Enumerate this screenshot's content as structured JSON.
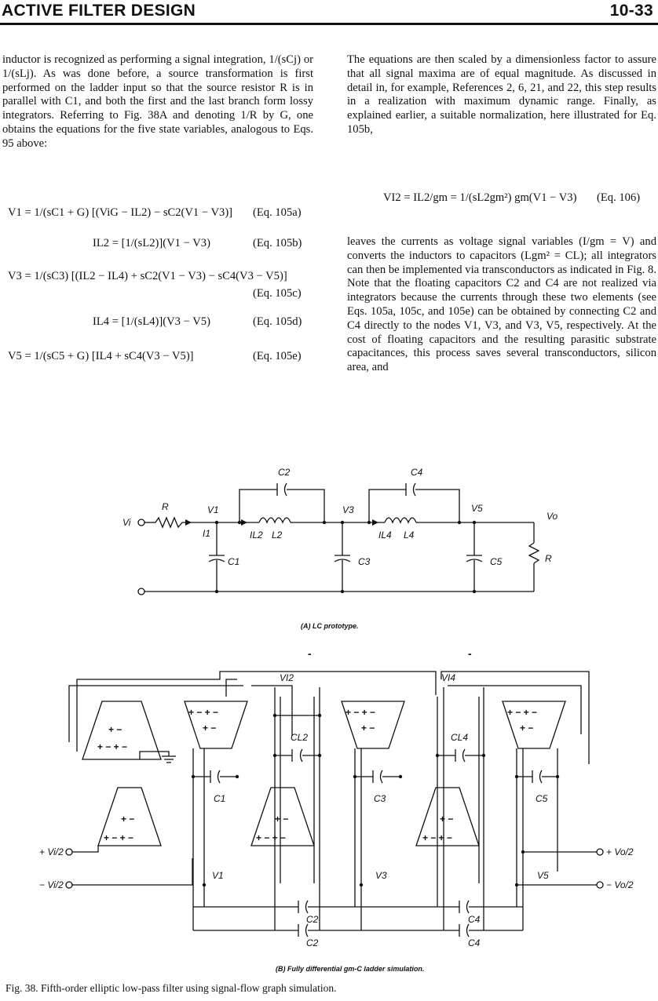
{
  "header": {
    "section_title": "ACTIVE FILTER DESIGN",
    "page_number": "10-33"
  },
  "left_column": {
    "paragraph": "inductor is recognized as performing a signal integration, 1/(sCj) or 1/(sLj). As was done before, a source transformation is first performed on the ladder input so that the source resistor R is in parallel with C1, and both the first and the last branch form lossy integrators. Referring to Fig. 38A and denoting 1/R by G, one obtains the equations for the five state variables, analogous to Eqs. 95 above:",
    "equations": [
      {
        "expr": "V1 = 1/(sC1 + G) [(ViG − IL2) − sC2(V1 − V3)]",
        "tag": "(Eq. 105a)"
      },
      {
        "expr": "IL2 = [1/(sL2)](V1 − V3)",
        "tag": "(Eq. 105b)"
      },
      {
        "expr": "V3 = 1/(sC3) [(IL2 − IL4) + sC2(V1 − V3) − sC4(V3 − V5)]",
        "tag": "(Eq. 105c)"
      },
      {
        "expr": "IL4 = [1/(sL4)](V3 − V5)",
        "tag": "(Eq. 105d)"
      },
      {
        "expr": "V5 = 1/(sC5 + G) [IL4 + sC4(V3 − V5)]",
        "tag": "(Eq. 105e)"
      }
    ]
  },
  "right_column": {
    "paragraph_1": "The equations are then scaled by a dimensionless factor to assure that all signal maxima are of equal magnitude. As discussed in detail in, for example, References 2, 6, 21, and 22, this step results in a realization with maximum dynamic range. Finally, as explained earlier, a suitable normalization, here illustrated for Eq. 105b,",
    "equation": {
      "expr": "VI2 = IL2/gm = 1/(sL2gm²) gm(V1 − V3)",
      "tag": "(Eq. 106)"
    },
    "paragraph_2": "leaves the currents as voltage signal variables (I/gm = V) and converts the inductors to capacitors (Lgm² = CL); all integrators can then be implemented via transconductors as indicated in Fig. 8. Note that the floating capacitors C2 and C4 are not realized via integrators because the currents through these two elements (see Eqs. 105a, 105c, and 105e) can be obtained by connecting C2 and C4 directly to the nodes V1, V3, and V3, V5, respectively. At the cost of floating capacitors and the resulting parasitic substrate capacitances, this process saves several transconductors, silicon area, and"
  },
  "figure_a": {
    "caption": "(A) LC prototype.",
    "labels": {
      "C2": "C2",
      "C4": "C4",
      "R_in": "R",
      "V1": "V1",
      "V3": "V3",
      "V5": "V5",
      "Vi": "Vi",
      "Vo": "Vo",
      "I1": "I1",
      "IL2": "IL2",
      "L2": "L2",
      "IL4": "IL4",
      "L4": "L4",
      "C1": "C1",
      "C3": "C3",
      "C5": "C5",
      "R_out": "R"
    }
  },
  "figure_b": {
    "caption": "(B) Fully differential gm-C ladder simulation.",
    "labels": {
      "VI2": "VI2",
      "VI4": "VI4",
      "CL2": "CL2",
      "CL4": "CL4",
      "C1": "C1",
      "C3": "C3",
      "C5": "C5",
      "V1": "V1",
      "V3": "V3",
      "V5": "V5",
      "C2a": "C2",
      "C2b": "C2",
      "C4a": "C4",
      "C4b": "C4",
      "in_pos": "+ Vi/2",
      "in_neg": "− Vi/2",
      "out_pos": "+ Vo/2",
      "out_neg": "− Vo/2",
      "minus_a": "-",
      "minus_b": "-"
    }
  },
  "figure_caption": "Fig. 38. Fifth-order elliptic low-pass filter using signal-flow graph simulation."
}
